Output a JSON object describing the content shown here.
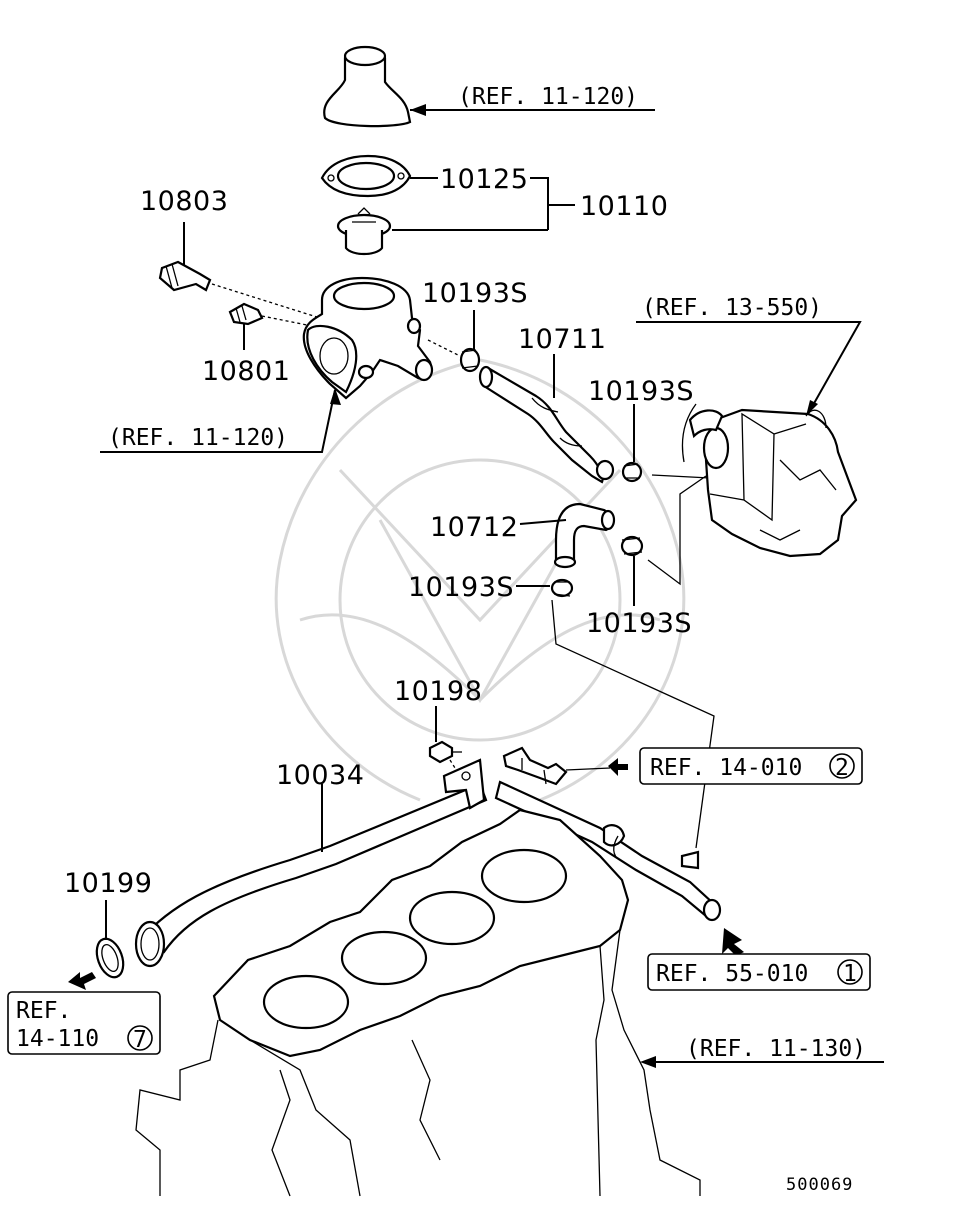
{
  "diagram_id": "500069",
  "callouts": {
    "p10803": "10803",
    "p10801": "10801",
    "p10125": "10125",
    "p10110": "10110",
    "p10193s_a": "10193S",
    "p10711": "10711",
    "p10193s_b": "10193S",
    "p10712": "10712",
    "p10193s_c": "10193S",
    "p10193s_d": "10193S",
    "p10198": "10198",
    "p10034": "10034",
    "p10199": "10199"
  },
  "references": {
    "ref_11_120_top": "(REF. 11-120)",
    "ref_11_120_left": "(REF. 11-120)",
    "ref_13_550": "(REF. 13-550)",
    "ref_14_010": "REF. 14-010",
    "ref_14_010_num": "2",
    "ref_55_010": "REF. 55-010",
    "ref_55_010_num": "1",
    "ref_14_110_line1": "REF.",
    "ref_14_110_line2": "14-110",
    "ref_14_110_num": "7",
    "ref_11_130": "(REF. 11-130)"
  }
}
